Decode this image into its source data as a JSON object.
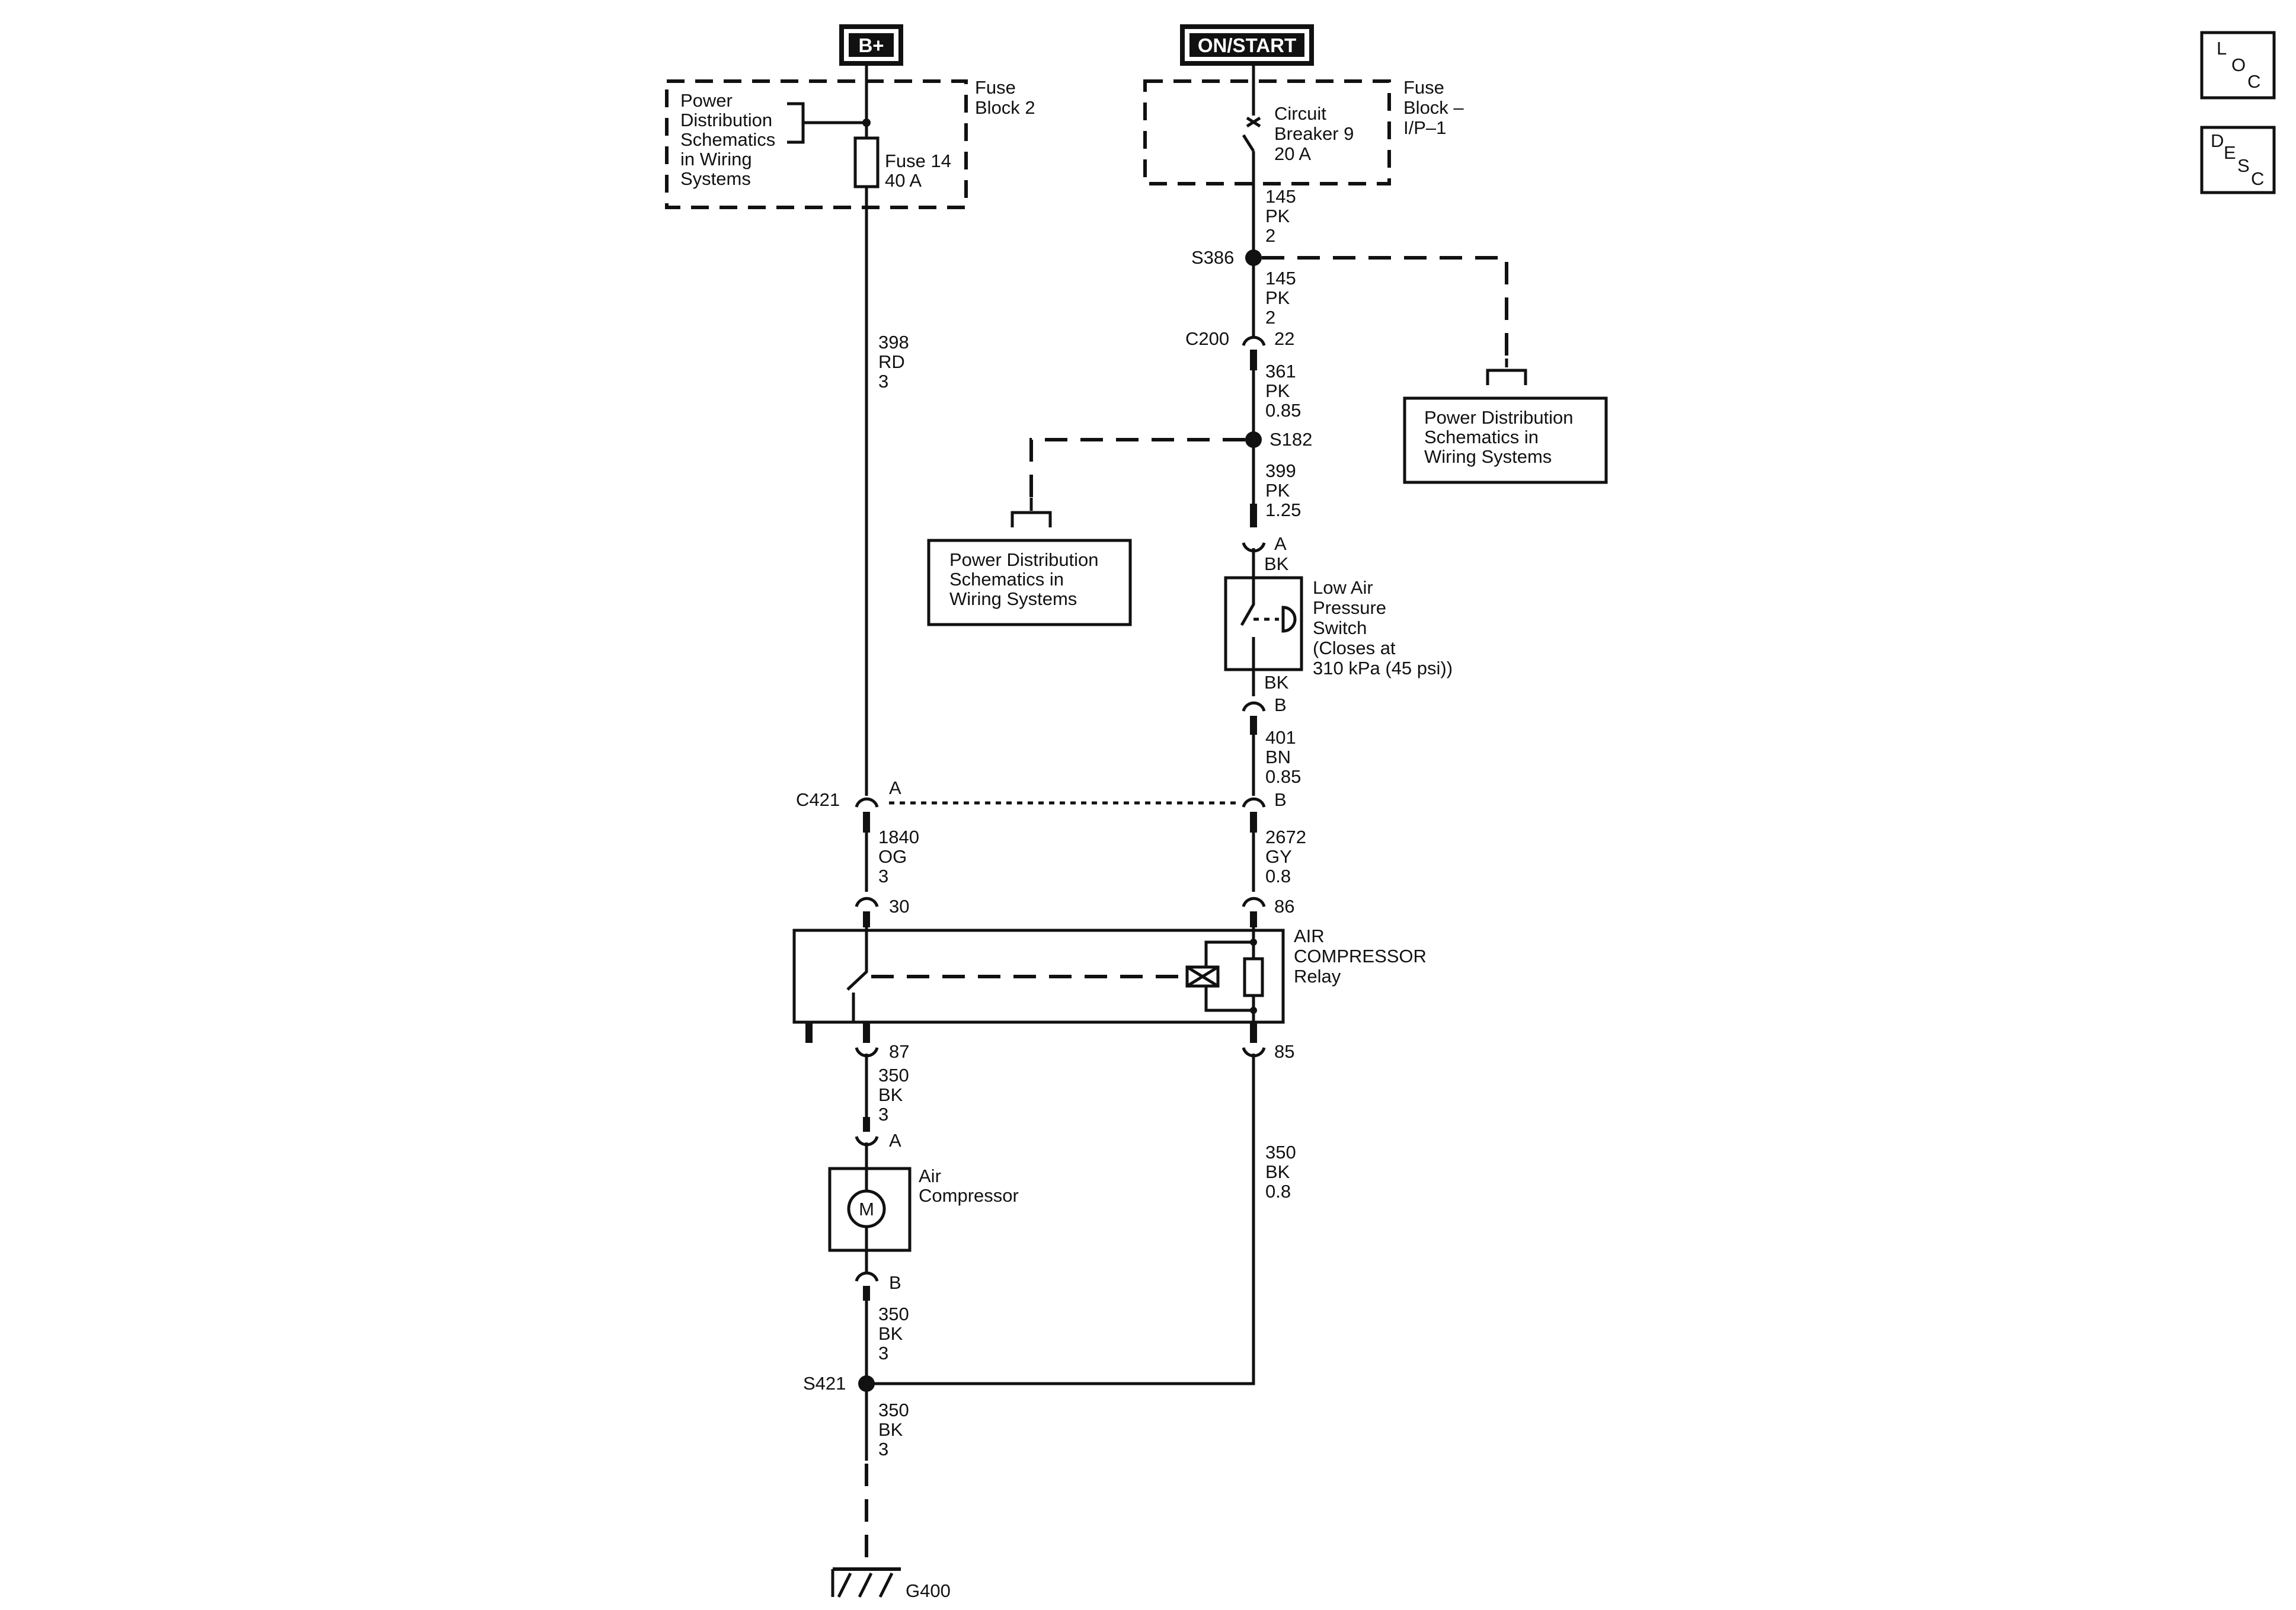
{
  "sources": {
    "battery": "B+",
    "ignition": "ON/START"
  },
  "side_buttons": {
    "loc": [
      "L",
      "O",
      "C"
    ],
    "desc": [
      "D",
      "E",
      "S",
      "C"
    ]
  },
  "fuse_block_2": {
    "title": [
      "Fuse",
      "Block 2"
    ],
    "ref": [
      "Power",
      "Distribution",
      "Schematics",
      "in Wiring",
      "Systems"
    ],
    "fuse": [
      "Fuse 14",
      "40 A"
    ]
  },
  "fuse_block_ip": {
    "title": [
      "Fuse",
      "Block –",
      "I/P–1"
    ],
    "breaker": [
      "Circuit",
      "Breaker 9",
      "20 A"
    ]
  },
  "wires": {
    "w398": [
      "398",
      "RD",
      "3"
    ],
    "w145a": [
      "145",
      "PK",
      "2"
    ],
    "w145b": [
      "145",
      "PK",
      "2"
    ],
    "w361": [
      "361",
      "PK",
      "0.85"
    ],
    "w399": [
      "399",
      "PK",
      "1.25"
    ],
    "w401": [
      "401",
      "BN",
      "0.85"
    ],
    "w1840": [
      "1840",
      "OG",
      "3"
    ],
    "w2672": [
      "2672",
      "GY",
      "0.8"
    ],
    "w350a": [
      "350",
      "BK",
      "3"
    ],
    "w350b": [
      "350",
      "BK",
      "0.8"
    ],
    "w350c": [
      "350",
      "BK",
      "3"
    ],
    "w350d": [
      "350",
      "BK",
      "3"
    ]
  },
  "splices": {
    "s386": "S386",
    "s182": "S182",
    "s421": "S421"
  },
  "connectors": {
    "c200": "C200",
    "c200_pin": "22",
    "c421": "C421",
    "c421_a": "A",
    "c421_b": "B",
    "switch_a": "A",
    "switch_bk_top": "BK",
    "switch_bk_bot": "BK",
    "switch_b": "B",
    "relay_30": "30",
    "relay_86": "86",
    "relay_87": "87",
    "relay_85": "85",
    "comp_a": "A",
    "comp_b": "B"
  },
  "power_dist_ref": [
    "Power Distribution",
    "Schematics in",
    "Wiring Systems"
  ],
  "low_air_switch": [
    "Low Air",
    "Pressure",
    "Switch",
    "(Closes at",
    "310 kPa (45 psi))"
  ],
  "relay": [
    "AIR",
    "COMPRESSOR",
    "Relay"
  ],
  "compressor": {
    "label": [
      "Air",
      "Compressor"
    ],
    "motor": "M"
  },
  "ground": "G400"
}
